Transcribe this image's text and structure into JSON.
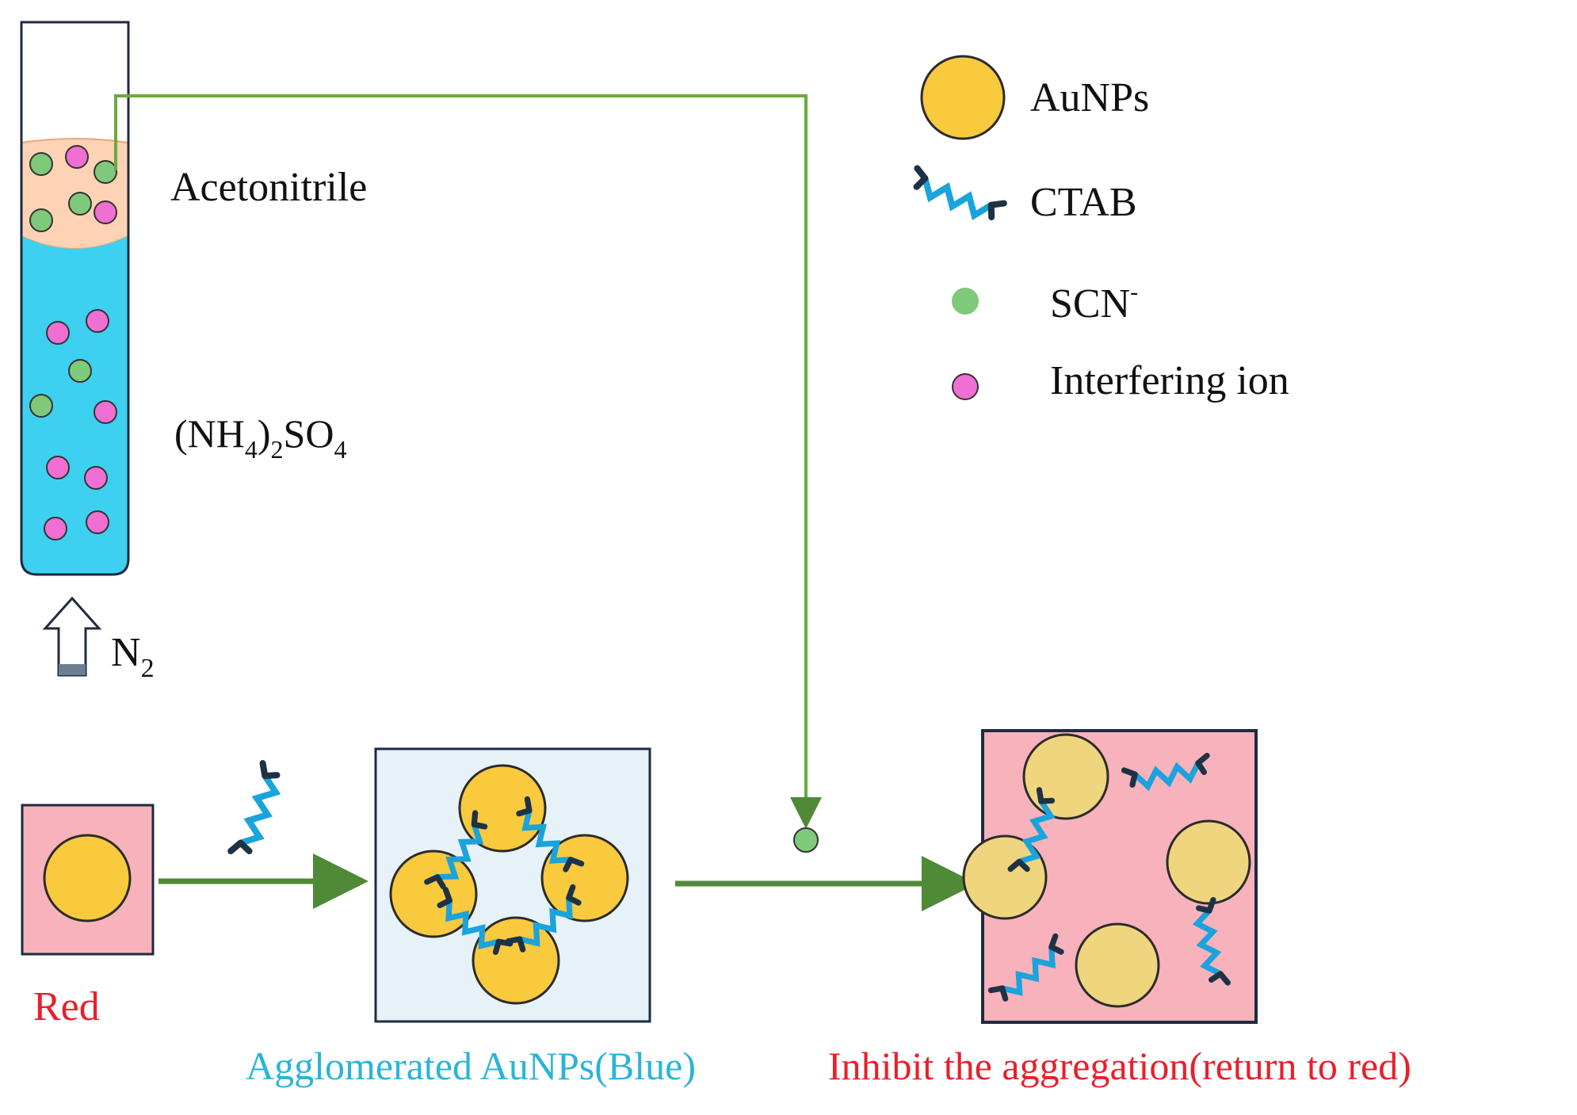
{
  "labels": {
    "solvent_top": "Acetonitrile",
    "salt": {
      "main": "(NH",
      "sub1": "4",
      "mid": ")",
      "sub2": "2",
      "rest": "SO",
      "sub3": "4"
    },
    "gas": {
      "main": "N",
      "sub": "2"
    },
    "caption_red": "Red",
    "caption_blue": "Agglomerated AuNPs(Blue)",
    "caption_inhibit": "Inhibit the aggregation(return to red)"
  },
  "legend": {
    "aunps": "AuNPs",
    "ctab": "CTAB",
    "scn": {
      "main": "SCN",
      "sup": "-"
    },
    "interfering": "Interfering ion"
  },
  "colors": {
    "aunp_fill": "#f9c93e",
    "aunp_fill_pale": "#efd57e",
    "aunp_stroke": "#2b2b2b",
    "scn_green": "#7fc97a",
    "interfering_pink": "#f06fd2",
    "water_blue": "#3ed0f0",
    "acetonitrile_orange": "#fdd2b5",
    "arrow_green": "#4f8a36",
    "ctab_chain": "#1aa3dc",
    "ctab_head": "#1e3246",
    "box_red": "#f7b2bb",
    "box_blue": "#e6f1f8",
    "box_stroke": "#1e2b40",
    "text_red": "#e8202a",
    "text_cyan": "#2bb4d8",
    "text_black": "#111111"
  }
}
